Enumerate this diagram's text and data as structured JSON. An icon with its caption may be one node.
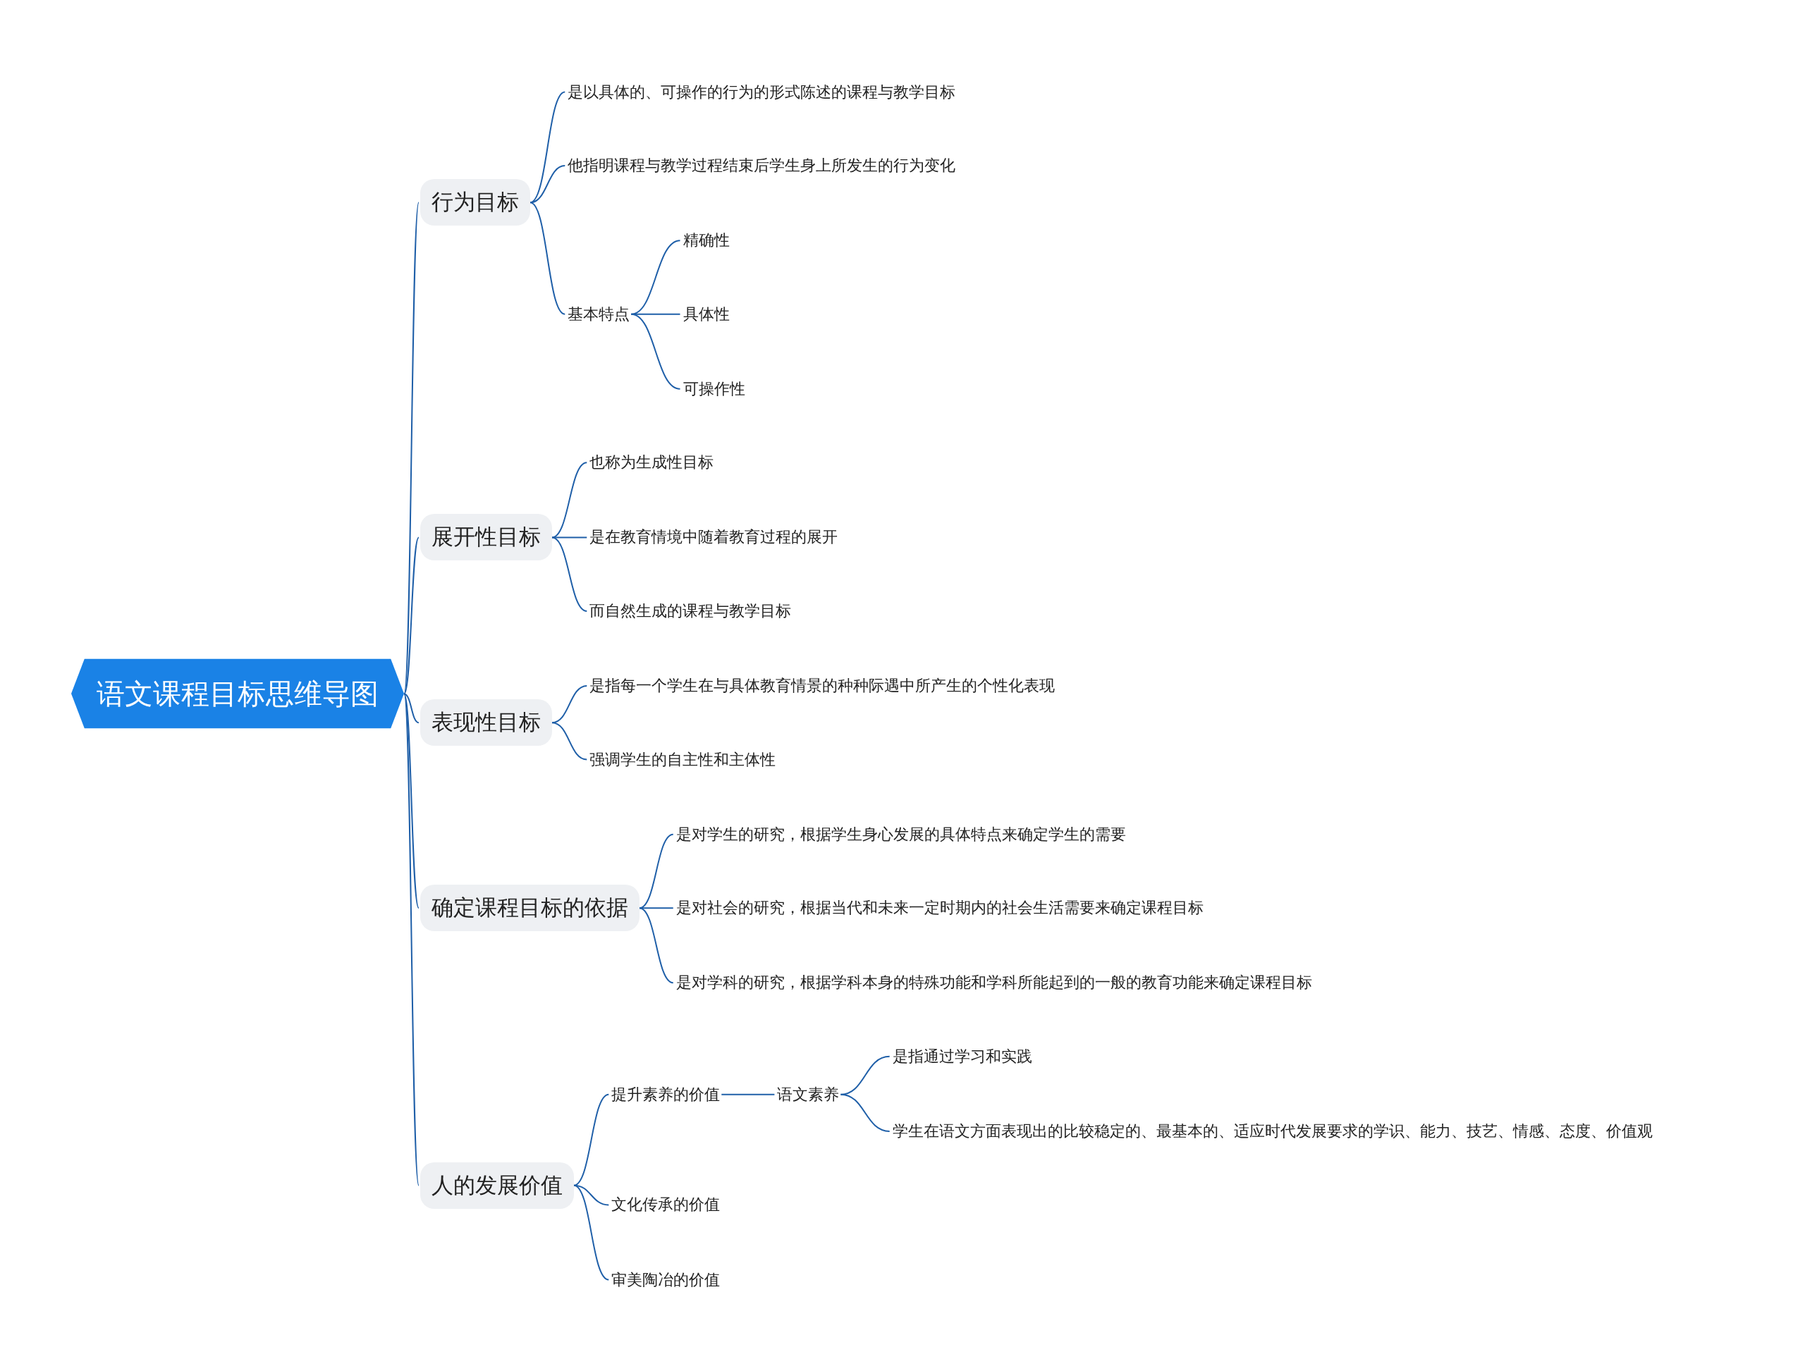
{
  "diagram": {
    "nodes": [
      {
        "text": [
          "语文课程目标思维导图"
        ]
      },
      {
        "text": [
          "行为目标"
        ]
      },
      {
        "text": [
          "是以具体的、可操作的行为的形式陈述的课程与教学目标"
        ]
      },
      {
        "text": [
          "他指明课程与教学过程结束后学生身上所发生的行为变化"
        ]
      },
      {
        "text": [
          "基本特点"
        ]
      },
      {
        "text": [
          "精确性"
        ]
      },
      {
        "text": [
          "具体性"
        ]
      },
      {
        "text": [
          "可操作性"
        ]
      },
      {
        "text": [
          "展开性目标"
        ]
      },
      {
        "text": [
          "也称为生成性目标"
        ]
      },
      {
        "text": [
          "是在教育情境中随着教育过程的展开"
        ]
      },
      {
        "text": [
          "而自然生成的课程与教学目标"
        ]
      },
      {
        "text": [
          "表现性目标"
        ]
      },
      {
        "text": [
          "是指每一个学生在与具体教育情景的种种际遇中所产生的个性化表现"
        ]
      },
      {
        "text": [
          "强调学生的自主性和主体性"
        ]
      },
      {
        "text": [
          "确定课程目标的依据"
        ]
      },
      {
        "text": [
          "是对学生的研究，根据学生身心发展的具体特点来确定学生的需要"
        ]
      },
      {
        "text": [
          "是对社会的研究，根据当代和未来一定时期内的社会生活需要来确定课程目标"
        ]
      },
      {
        "text": [
          "是对学科的研究，根据学科本身的特殊功能和学科所能起到的一般的教育功能来确定课程目标"
        ]
      },
      {
        "text": [
          "人的发展价值"
        ]
      },
      {
        "text": [
          "提升素养的价值"
        ]
      },
      {
        "text": [
          "语文素养"
        ]
      },
      {
        "text": [
          "是指通过学习和实践"
        ]
      },
      {
        "text": [
          "学生在语文方面表现出的比较稳定的、最基本的、适应时代发展要求的学识、能力、技艺、情感、态度、价值观"
        ]
      },
      {
        "text": [
          "文化传承的价值"
        ]
      },
      {
        "text": [
          "审美陶冶的价值"
        ]
      }
    ],
    "edges": [
      {
        "from": 0,
        "to": 1,
        "arrow": "none"
      },
      {
        "from": 1,
        "to": 2,
        "arrow": "none"
      },
      {
        "from": 1,
        "to": 3,
        "arrow": "none"
      },
      {
        "from": 1,
        "to": 4,
        "arrow": "none"
      },
      {
        "from": 4,
        "to": 5,
        "arrow": "none"
      },
      {
        "from": 4,
        "to": 6,
        "arrow": "none"
      },
      {
        "from": 4,
        "to": 7,
        "arrow": "none"
      },
      {
        "from": 0,
        "to": 8,
        "arrow": "none"
      },
      {
        "from": 8,
        "to": 9,
        "arrow": "none"
      },
      {
        "from": 8,
        "to": 10,
        "arrow": "none"
      },
      {
        "from": 8,
        "to": 11,
        "arrow": "none"
      },
      {
        "from": 0,
        "to": 12,
        "arrow": "none"
      },
      {
        "from": 12,
        "to": 13,
        "arrow": "none"
      },
      {
        "from": 12,
        "to": 14,
        "arrow": "none"
      },
      {
        "from": 0,
        "to": 15,
        "arrow": "none"
      },
      {
        "from": 15,
        "to": 16,
        "arrow": "none"
      },
      {
        "from": 15,
        "to": 17,
        "arrow": "none"
      },
      {
        "from": 15,
        "to": 18,
        "arrow": "none"
      },
      {
        "from": 0,
        "to": 19,
        "arrow": "none"
      },
      {
        "from": 19,
        "to": 20,
        "arrow": "none"
      },
      {
        "from": 20,
        "to": 21,
        "arrow": "none"
      },
      {
        "from": 21,
        "to": 22,
        "arrow": "none"
      },
      {
        "from": 21,
        "to": 23,
        "arrow": "none"
      },
      {
        "from": 19,
        "to": 24,
        "arrow": "none"
      },
      {
        "from": 19,
        "to": 25,
        "arrow": "none"
      }
    ]
  }
}
